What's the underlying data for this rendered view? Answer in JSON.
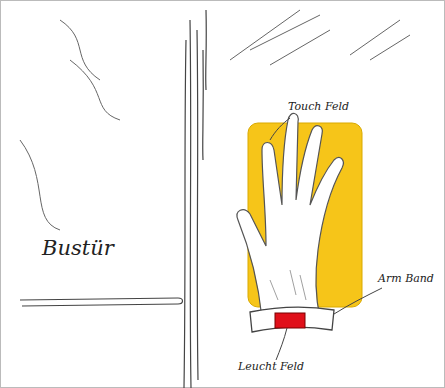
{
  "diagram": {
    "labels": [
      "Bustür",
      "Touch Feld",
      "Arm Band",
      "Leucht Feld"
    ]
  }
}
